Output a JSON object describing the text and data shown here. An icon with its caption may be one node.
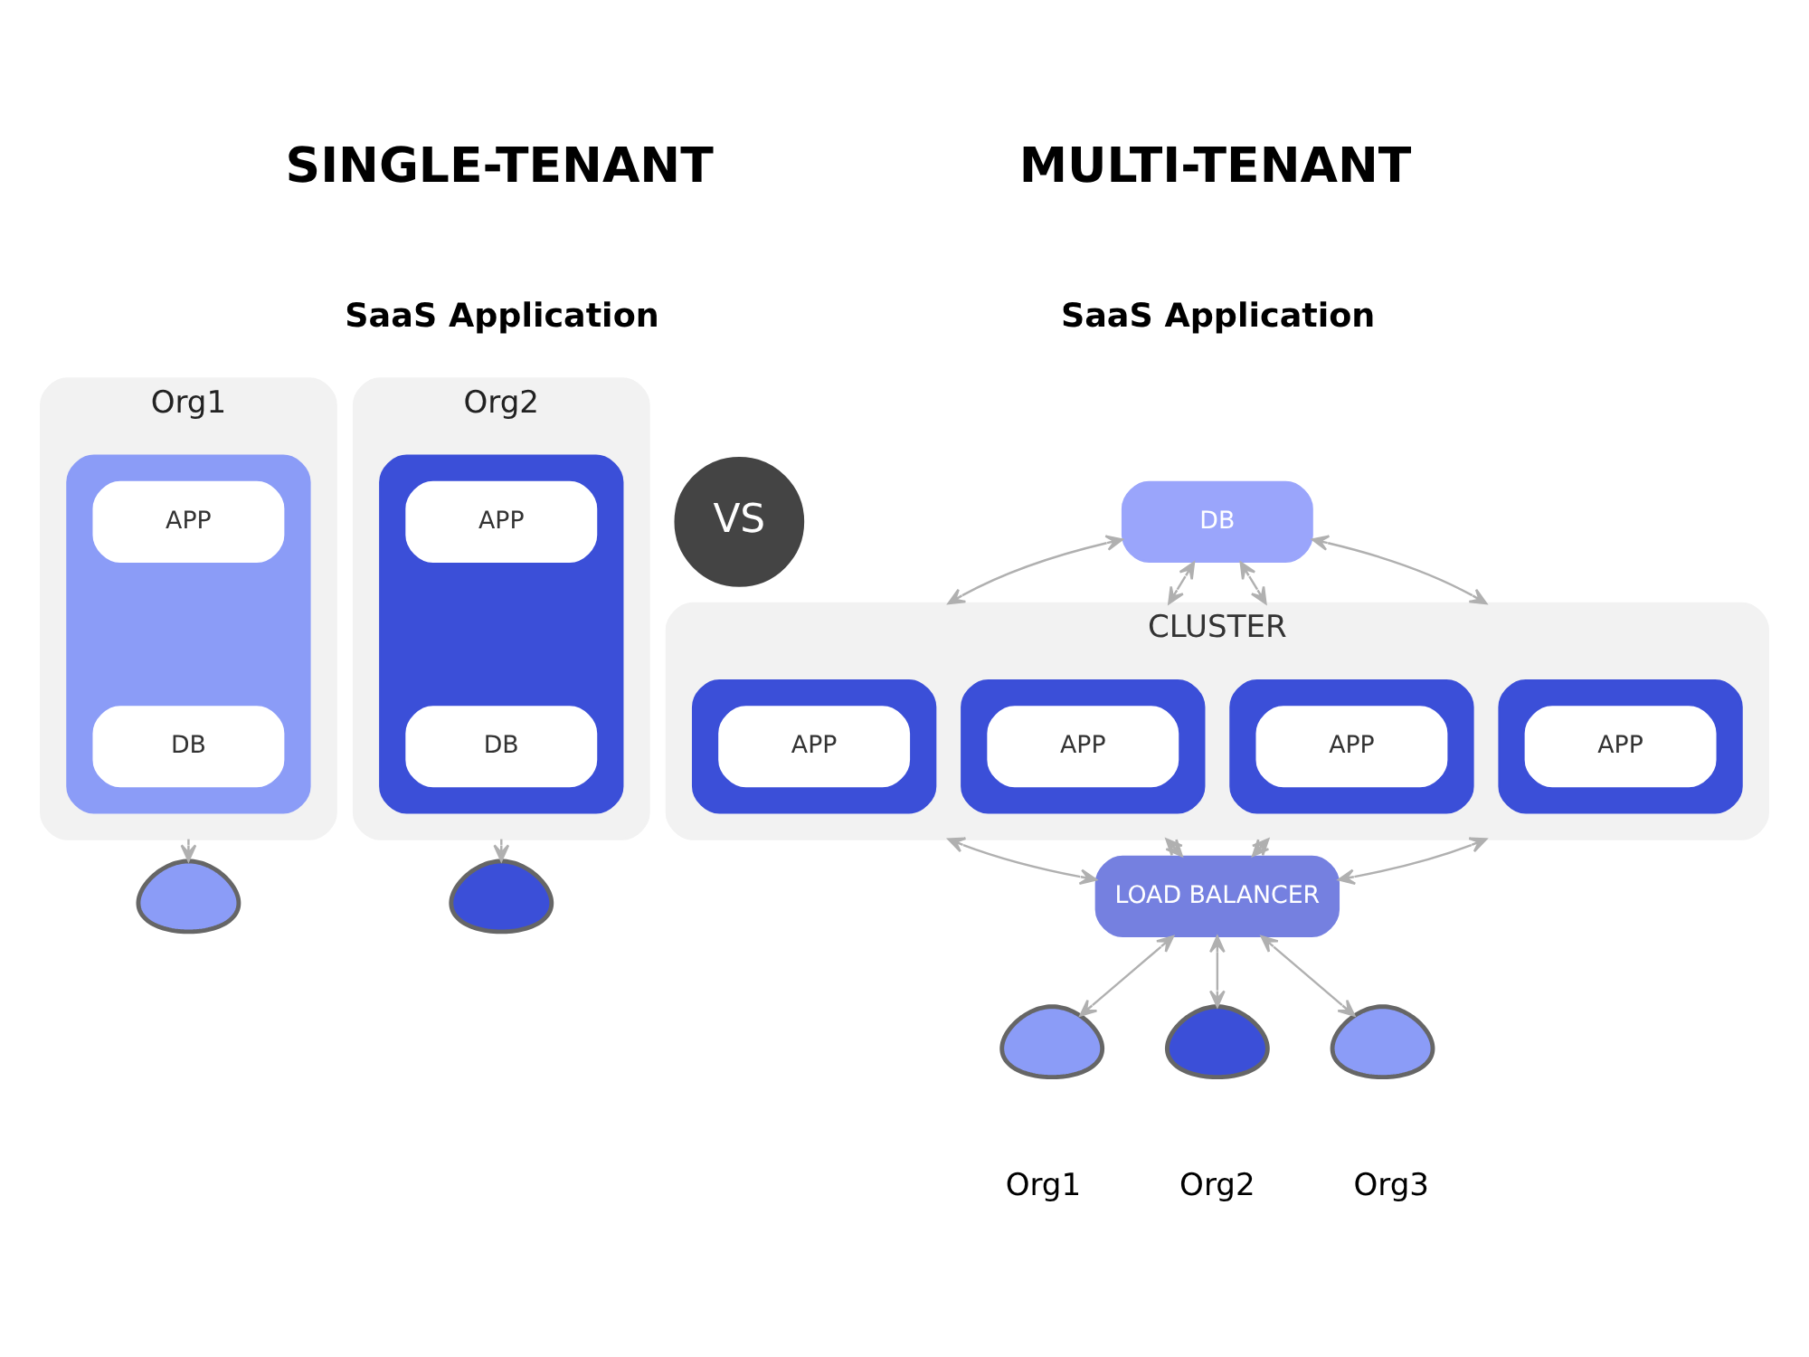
{
  "diagram": {
    "nodes": [
      {
        "text": [
          "Org1"
        ]
      },
      {
        "text": [],
        "shape": "box",
        "in": 0
      },
      {
        "text": [
          "APP"
        ],
        "in": 1
      },
      {
        "text": [
          "DB"
        ],
        "in": 1
      },
      {
        "text": [],
        "shape": "person"
      },
      {
        "text": [
          "Org2"
        ]
      },
      {
        "text": [],
        "shape": "box",
        "in": 5
      },
      {
        "text": [
          "APP"
        ],
        "in": 6
      },
      {
        "text": [
          "DB"
        ],
        "in": 6
      },
      {
        "text": [],
        "shape": "person"
      },
      {
        "text": [
          "VS"
        ]
      },
      {
        "text": [
          "DB"
        ]
      },
      {
        "text": [
          "CLUSTER"
        ]
      },
      {
        "text": [],
        "shape": "box",
        "in": 12
      },
      {
        "text": [
          "APP"
        ],
        "in": 13
      },
      {
        "text": [],
        "shape": "box",
        "in": 12
      },
      {
        "text": [
          "APP"
        ],
        "in": 15
      },
      {
        "text": [],
        "shape": "box",
        "in": 12
      },
      {
        "text": [
          "APP"
        ],
        "in": 17
      },
      {
        "text": [],
        "shape": "box",
        "in": 12
      },
      {
        "text": [
          "APP"
        ],
        "in": 19
      },
      {
        "text": [
          "LOAD BALANCER"
        ]
      },
      {
        "text": [],
        "shape": "person",
        "beside": [
          "Org1"
        ]
      },
      {
        "text": [],
        "shape": "person",
        "beside": [
          "Org2"
        ]
      },
      {
        "text": [],
        "shape": "person",
        "beside": [
          "Org3"
        ]
      }
    ],
    "edges": [
      {
        "from": 0,
        "to": 4,
        "arrow": "to"
      },
      {
        "from": 5,
        "to": 9,
        "arrow": "to"
      },
      {
        "from": 11,
        "to": 12,
        "arrow": "both"
      },
      {
        "from": 11,
        "to": 12,
        "arrow": "both"
      },
      {
        "from": 11,
        "to": 12,
        "arrow": "both"
      },
      {
        "from": 11,
        "to": 12,
        "arrow": "both"
      },
      {
        "from": 12,
        "to": 21,
        "arrow": "both"
      },
      {
        "from": 12,
        "to": 21,
        "arrow": "both"
      },
      {
        "from": 12,
        "to": 21,
        "arrow": "both"
      },
      {
        "from": 12,
        "to": 21,
        "arrow": "both"
      },
      {
        "from": 21,
        "to": 22,
        "arrow": "both"
      },
      {
        "from": 21,
        "to": 23,
        "arrow": "both"
      },
      {
        "from": 21,
        "to": 24,
        "arrow": "both"
      }
    ],
    "labels": [
      "SINGLE-TENANT",
      "MULTI-TENANT",
      "SaaS Application",
      "SaaS Application"
    ]
  }
}
